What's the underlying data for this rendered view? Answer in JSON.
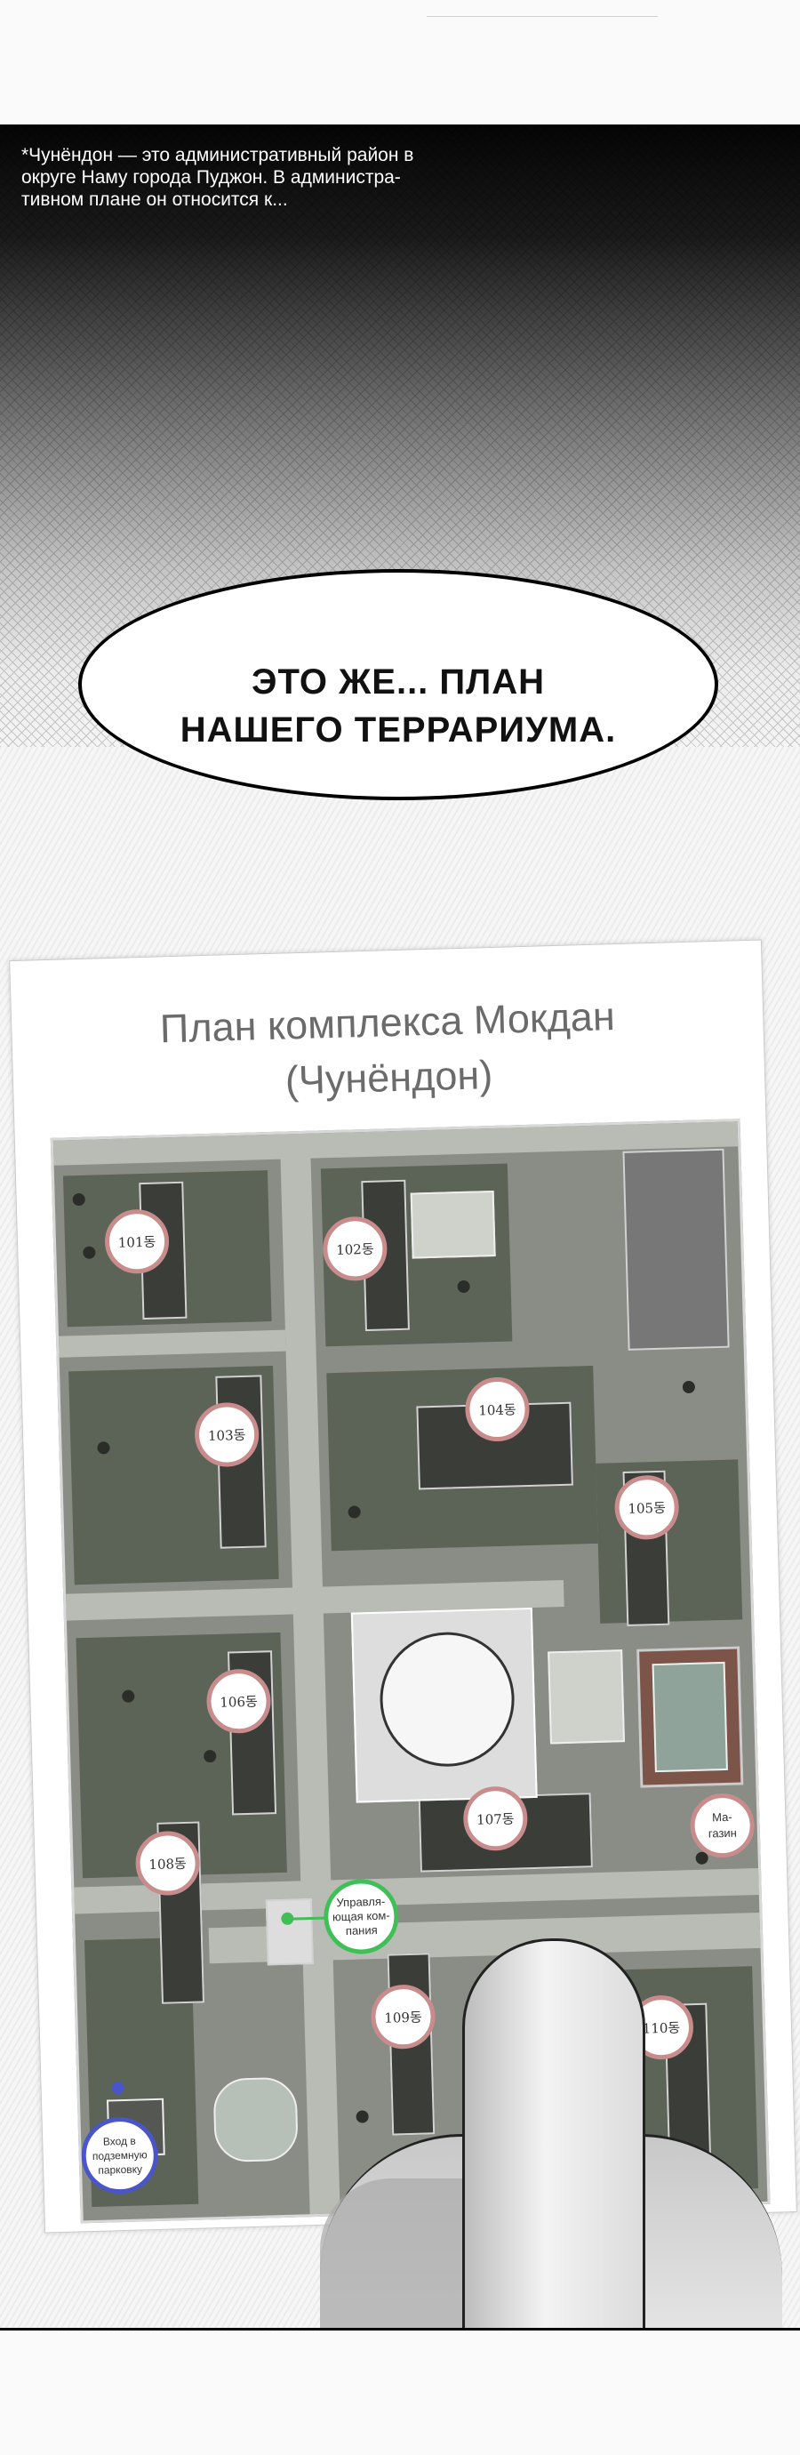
{
  "caption": {
    "text": "*Чунёндон — это административный район в\nокруге Наму города Пуджон. В администра-\nтивном плане он относится к..."
  },
  "speech_bubble": {
    "text": "ЭТО ЖЕ... ПЛАН\nНАШЕГО ТЕРРАРИУМА."
  },
  "plan": {
    "title": "План комплекса Мокдан\n(Чунёндон)",
    "buildings": [
      "101동",
      "102동",
      "103동",
      "104동",
      "105동",
      "106동",
      "107동",
      "108동",
      "109동",
      "110동"
    ],
    "shop_label": "Ма-\nгазин",
    "management_label": "Управля-\nющая ком-\nпания",
    "parking_label": "Вход в\nподземную\nпарковку",
    "colors": {
      "building_marker_border": "#c98c8c",
      "management_marker": "#3fbf55",
      "parking_marker": "#4a55c9",
      "map_base": "#8a8d86"
    }
  }
}
